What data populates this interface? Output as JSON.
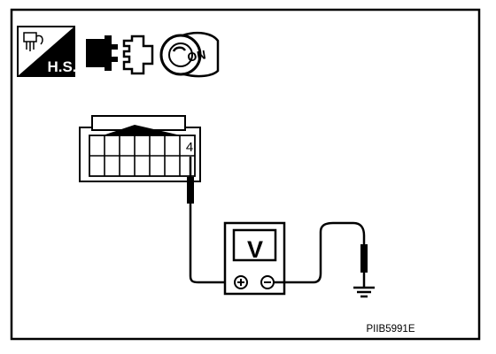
{
  "icons": {
    "hs_label": "H.S.",
    "ignition_label": "ON",
    "hs_icon": "harness-sensor-icon",
    "connector_icon": "connector-disconnect-icon",
    "ignition_icon": "ignition-key-icon"
  },
  "connector": {
    "terminal_number": "4"
  },
  "meter": {
    "label": "V",
    "positive_symbol": "⊕",
    "negative_symbol": "⊖"
  },
  "figure_code": "PIIB5991E",
  "colors": {
    "line": "#000000",
    "background": "#ffffff"
  }
}
